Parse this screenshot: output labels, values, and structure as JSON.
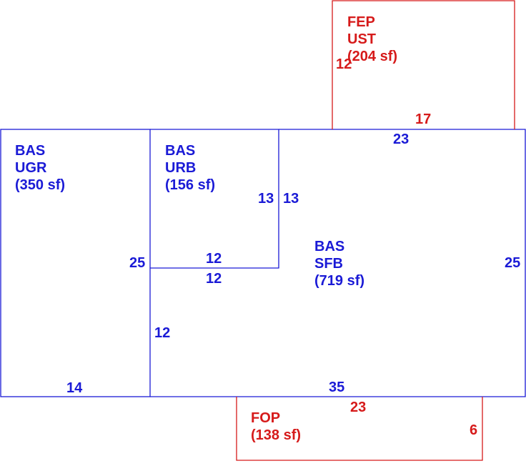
{
  "colors": {
    "main": "#1a1ad6",
    "accessory": "#d61a1a"
  },
  "areas": {
    "ugr": {
      "line1": "BAS",
      "line2": "UGR",
      "line3": "(350 sf)"
    },
    "urb": {
      "line1": "BAS",
      "line2": "URB",
      "line3": "(156 sf)"
    },
    "sfb": {
      "line1": "BAS",
      "line2": "SFB",
      "line3": "(719 sf)"
    },
    "fep": {
      "line1": "FEP",
      "line2": "UST",
      "line3": "(204 sf)"
    },
    "fop": {
      "line1": "FOP",
      "line2": "(138 sf)"
    }
  },
  "dimensions": {
    "ugr_bottom": "14",
    "ugr_right": "25",
    "urb_right": "13",
    "urb_bottom": "12",
    "sfb_left_top": "13",
    "sfb_top_notch": "12",
    "sfb_left": "12",
    "sfb_top": "23",
    "sfb_right": "25",
    "sfb_bottom": "35",
    "fep_left": "12",
    "fep_bottom": "17",
    "fop_top": "23",
    "fop_right": "6"
  }
}
